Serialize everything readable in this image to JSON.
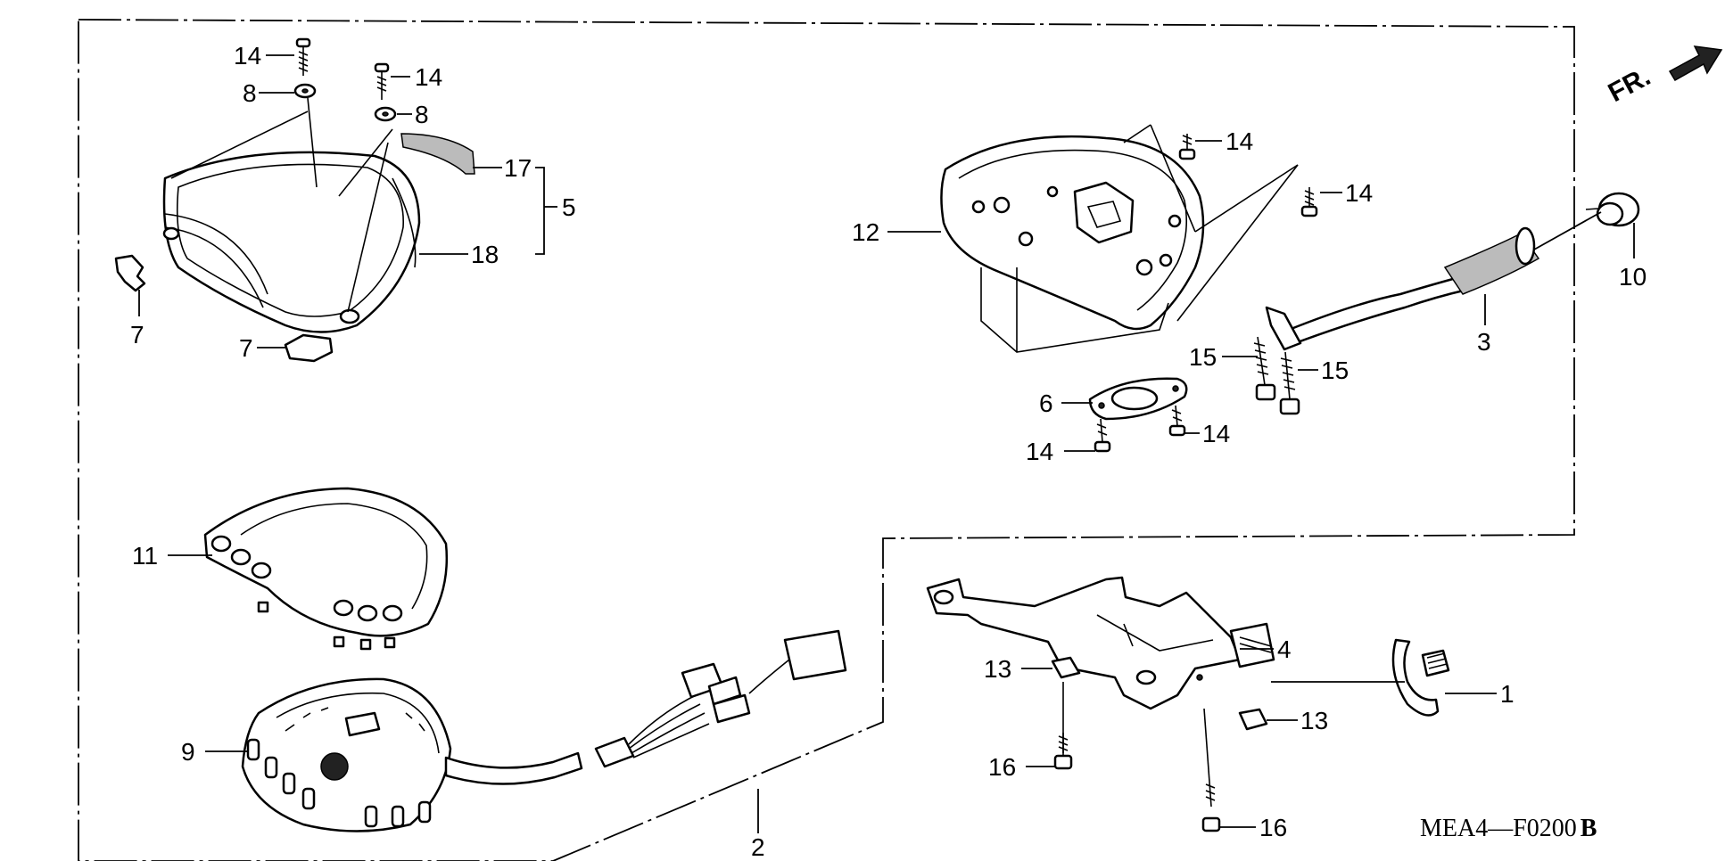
{
  "diagram": {
    "direction_label": "FR.",
    "drawing_code": "MEA4—F0200",
    "drawing_code_suffix": "B",
    "callouts": {
      "c14a": "14",
      "c14b": "14",
      "c14c": "14",
      "c14d": "14",
      "c14e": "14",
      "c14f": "14",
      "c8a": "8",
      "c8b": "8",
      "c17": "17",
      "c5": "5",
      "c18": "18",
      "c7a": "7",
      "c7b": "7",
      "c12": "12",
      "c10": "10",
      "c3": "3",
      "c15a": "15",
      "c15b": "15",
      "c6": "6",
      "c11": "11",
      "c9": "9",
      "c2": "2",
      "c4": "4",
      "c1": "1",
      "c13a": "13",
      "c13b": "13",
      "c16a": "16",
      "c16b": "16"
    }
  }
}
